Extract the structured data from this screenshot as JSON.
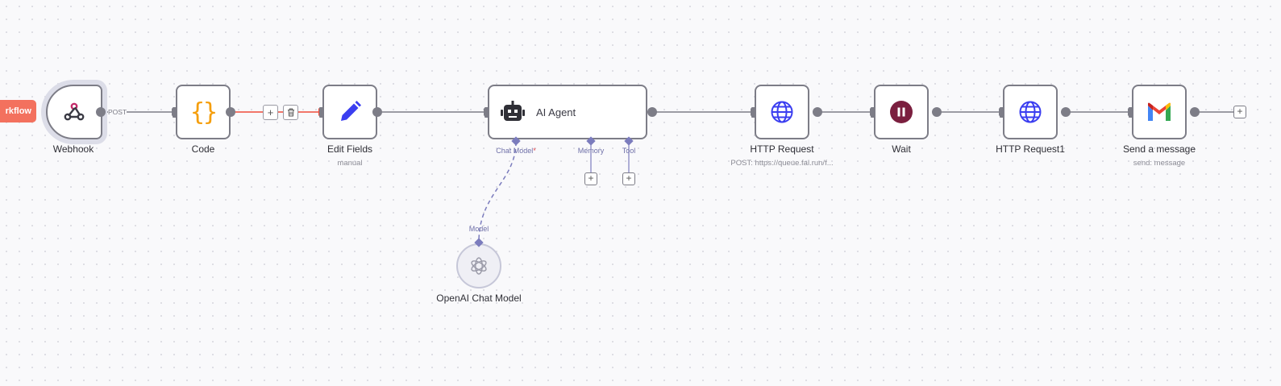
{
  "sidebar_button": {
    "label": "rkflow"
  },
  "nodes": {
    "webhook": {
      "name": "Webhook",
      "output_label": "POST"
    },
    "code": {
      "name": "Code"
    },
    "edit_fields": {
      "name": "Edit Fields",
      "subtitle": "manual"
    },
    "ai_agent": {
      "name": "AI Agent",
      "ports": {
        "chat_model": "Chat Model",
        "required_mark": "*",
        "memory": "Memory",
        "tool": "Tool"
      }
    },
    "http_request": {
      "name": "HTTP Request",
      "subtitle": "POST: https://queue.fal.run/f..."
    },
    "wait": {
      "name": "Wait"
    },
    "http_request1": {
      "name": "HTTP Request1"
    },
    "send_message": {
      "name": "Send a message",
      "subtitle": "send: message"
    },
    "openai_chat_model": {
      "name": "OpenAI Chat Model",
      "port_label": "Model"
    }
  },
  "edge_toolbar": {
    "add_symbol": "+",
    "delete_icon": "trash-icon"
  },
  "add_symbol": "+",
  "colors": {
    "accent": "#3b3ef0",
    "code_orange": "#f59e0b",
    "selected_edge": "#ef4b3b",
    "wait_maroon": "#7b1f3f",
    "ai_port": "#7b7cbd",
    "sidebar_button": "#f3715e"
  }
}
